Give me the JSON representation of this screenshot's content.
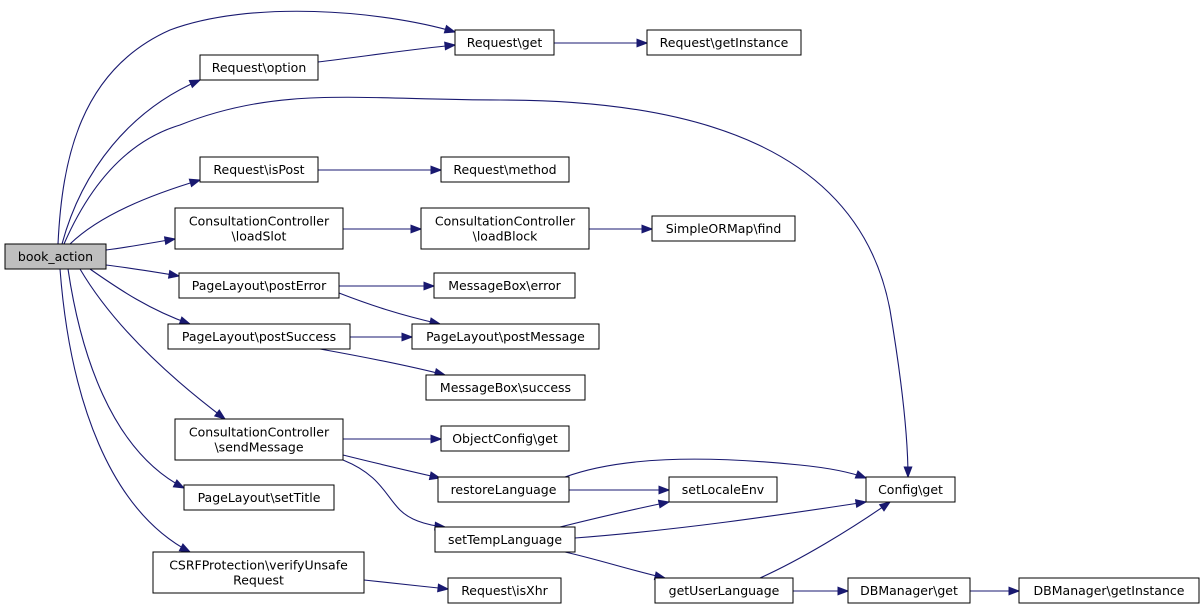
{
  "graph": {
    "nodes": [
      {
        "id": "book_action",
        "lines": [
          "book_action"
        ],
        "root": true
      },
      {
        "id": "req_option",
        "lines": [
          "Request\\option"
        ]
      },
      {
        "id": "req_get",
        "lines": [
          "Request\\get"
        ]
      },
      {
        "id": "req_getinstance",
        "lines": [
          "Request\\getInstance"
        ]
      },
      {
        "id": "req_ispost",
        "lines": [
          "Request\\isPost"
        ]
      },
      {
        "id": "req_method",
        "lines": [
          "Request\\method"
        ]
      },
      {
        "id": "cc_loadslot",
        "lines": [
          "ConsultationController",
          "\\loadSlot"
        ]
      },
      {
        "id": "cc_loadblock",
        "lines": [
          "ConsultationController",
          "\\loadBlock"
        ]
      },
      {
        "id": "orm_find",
        "lines": [
          "SimpleORMap\\find"
        ]
      },
      {
        "id": "pl_posterror",
        "lines": [
          "PageLayout\\postError"
        ]
      },
      {
        "id": "mb_error",
        "lines": [
          "MessageBox\\error"
        ]
      },
      {
        "id": "pl_postsuccess",
        "lines": [
          "PageLayout\\postSuccess"
        ]
      },
      {
        "id": "pl_postmessage",
        "lines": [
          "PageLayout\\postMessage"
        ]
      },
      {
        "id": "mb_success",
        "lines": [
          "MessageBox\\success"
        ]
      },
      {
        "id": "cc_sendmessage",
        "lines": [
          "ConsultationController",
          "\\sendMessage"
        ]
      },
      {
        "id": "oc_get",
        "lines": [
          "ObjectConfig\\get"
        ]
      },
      {
        "id": "restore_lang",
        "lines": [
          "restoreLanguage"
        ]
      },
      {
        "id": "set_locale",
        "lines": [
          "setLocaleEnv"
        ]
      },
      {
        "id": "config_get",
        "lines": [
          "Config\\get"
        ]
      },
      {
        "id": "pl_settitle",
        "lines": [
          "PageLayout\\setTitle"
        ]
      },
      {
        "id": "set_temp_lang",
        "lines": [
          "setTempLanguage"
        ]
      },
      {
        "id": "csrf_verify",
        "lines": [
          "CSRFProtection\\verifyUnsafe",
          "Request"
        ]
      },
      {
        "id": "req_isxhr",
        "lines": [
          "Request\\isXhr"
        ]
      },
      {
        "id": "get_user_lang",
        "lines": [
          "getUserLanguage"
        ]
      },
      {
        "id": "dbm_get",
        "lines": [
          "DBManager\\get"
        ]
      },
      {
        "id": "dbm_getinstance",
        "lines": [
          "DBManager\\getInstance"
        ]
      }
    ]
  },
  "colors": {
    "edge": "#191970",
    "root_fill": "#bfbfbf",
    "node_fill": "#ffffff",
    "node_stroke": "#000000"
  }
}
